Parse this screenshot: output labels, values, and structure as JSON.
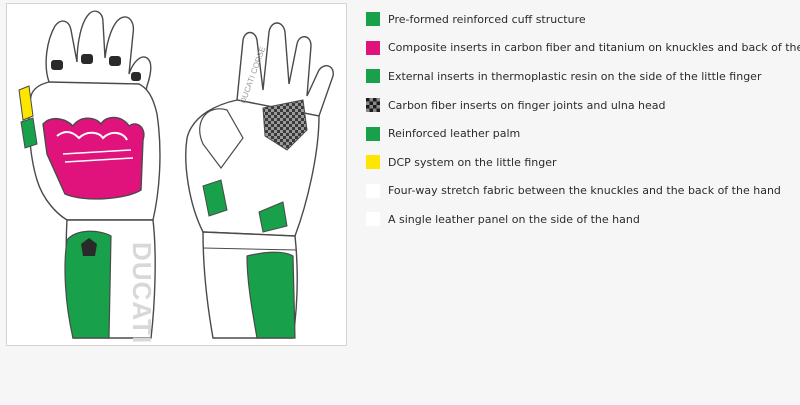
{
  "colors": {
    "green": "#18a04a",
    "magenta": "#e0137d",
    "yellow": "#ffe600",
    "outline": "#4a4a4a",
    "white": "#ffffff"
  },
  "legend": {
    "items": [
      {
        "key": "cuff",
        "label": "Pre-formed reinforced cuff structure",
        "swatch": "green",
        "color": "#18a04a"
      },
      {
        "key": "composite",
        "label": "Composite inserts in carbon fiber and titanium on knuckles and back of the hand",
        "swatch": "magenta",
        "color": "#e0137d"
      },
      {
        "key": "thermoplastic",
        "label": "External inserts in thermoplastic resin on the side of the little finger",
        "swatch": "green",
        "color": "#18a04a"
      },
      {
        "key": "carbon",
        "label": "Carbon fiber inserts on finger joints and ulna head",
        "swatch": "checker",
        "color": "#1c1c1c"
      },
      {
        "key": "palm",
        "label": "Reinforced leather palm",
        "swatch": "green",
        "color": "#18a04a"
      },
      {
        "key": "dcp",
        "label": "DCP system on the little finger",
        "swatch": "yellow",
        "color": "#ffe600"
      },
      {
        "key": "stretch",
        "label": "Four-way stretch fabric between the knuckles and the back of the hand",
        "swatch": "none",
        "color": "#ffffff"
      },
      {
        "key": "panel",
        "label": "A single leather panel on the side of the hand",
        "swatch": "none",
        "color": "#ffffff"
      }
    ]
  },
  "glove_text": {
    "back_cuff_logo": "DUCATI",
    "palm_logo": "DUCATI CORSE"
  }
}
